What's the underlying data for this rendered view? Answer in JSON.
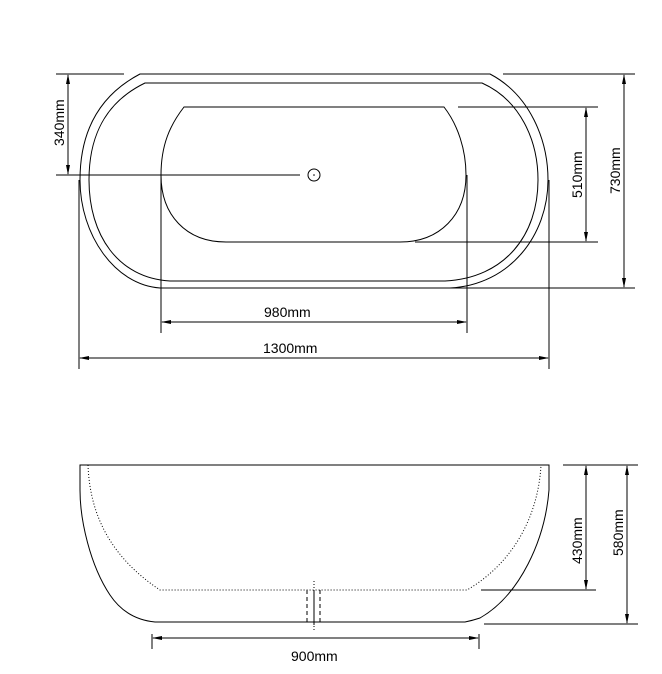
{
  "drawing": {
    "top_view": {
      "dimensions": {
        "drain_offset": "340mm",
        "inner_length": "980mm",
        "overall_length": "1300mm",
        "inner_width": "510mm",
        "overall_width": "730mm"
      }
    },
    "side_view": {
      "dimensions": {
        "inner_depth": "430mm",
        "overall_height": "580mm",
        "base_length": "900mm"
      }
    },
    "line_color": "#000000",
    "background_color": "#ffffff"
  }
}
